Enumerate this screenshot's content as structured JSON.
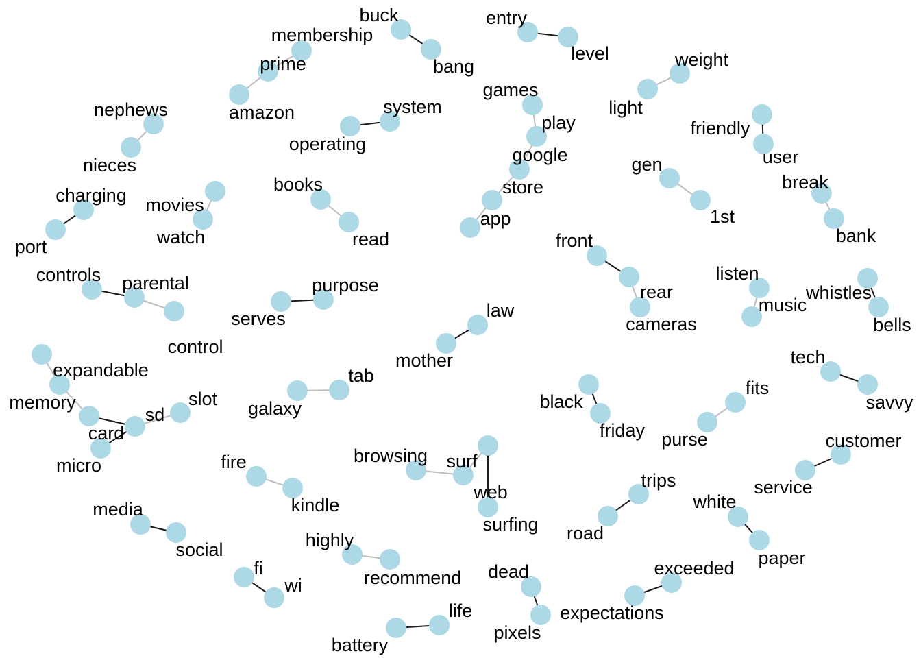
{
  "graph": {
    "node_color": "#add8e6",
    "edge_color_strong": "#1a1a1a",
    "edge_color_weak": "#bdbdbd",
    "nodes": [
      {
        "id": "buck",
        "label": "buck"
      },
      {
        "id": "bang",
        "label": "bang"
      },
      {
        "id": "membership",
        "label": "membership"
      },
      {
        "id": "prime",
        "label": "prime"
      },
      {
        "id": "amazon",
        "label": "amazon"
      },
      {
        "id": "entry",
        "label": "entry"
      },
      {
        "id": "level",
        "label": "level"
      },
      {
        "id": "weight",
        "label": "weight"
      },
      {
        "id": "light",
        "label": "light"
      },
      {
        "id": "games",
        "label": "games"
      },
      {
        "id": "play",
        "label": "play"
      },
      {
        "id": "google",
        "label": "google"
      },
      {
        "id": "store",
        "label": "store"
      },
      {
        "id": "app",
        "label": "app"
      },
      {
        "id": "system",
        "label": "system"
      },
      {
        "id": "operating",
        "label": "operating"
      },
      {
        "id": "friendly",
        "label": "friendly"
      },
      {
        "id": "user",
        "label": "user"
      },
      {
        "id": "nephews",
        "label": "nephews"
      },
      {
        "id": "nieces",
        "label": "nieces"
      },
      {
        "id": "gen",
        "label": "gen"
      },
      {
        "id": "1st",
        "label": "1st"
      },
      {
        "id": "break",
        "label": "break"
      },
      {
        "id": "bank",
        "label": "bank"
      },
      {
        "id": "charging",
        "label": "charging"
      },
      {
        "id": "port",
        "label": "port"
      },
      {
        "id": "movies",
        "label": "movies"
      },
      {
        "id": "watch",
        "label": "watch"
      },
      {
        "id": "books",
        "label": "books"
      },
      {
        "id": "read",
        "label": "read"
      },
      {
        "id": "front",
        "label": "front"
      },
      {
        "id": "rear",
        "label": "rear"
      },
      {
        "id": "cameras",
        "label": "cameras"
      },
      {
        "id": "listen",
        "label": "listen"
      },
      {
        "id": "music",
        "label": "music"
      },
      {
        "id": "whistles",
        "label": "whistles"
      },
      {
        "id": "bells",
        "label": "bells"
      },
      {
        "id": "controls",
        "label": "controls"
      },
      {
        "id": "parental",
        "label": "parental"
      },
      {
        "id": "control",
        "label": "control"
      },
      {
        "id": "serves",
        "label": "serves"
      },
      {
        "id": "purpose",
        "label": "purpose"
      },
      {
        "id": "law",
        "label": "law"
      },
      {
        "id": "mother",
        "label": "mother"
      },
      {
        "id": "tech",
        "label": "tech"
      },
      {
        "id": "savvy",
        "label": "savvy"
      },
      {
        "id": "expandable",
        "label": "expandable"
      },
      {
        "id": "memory",
        "label": "memory"
      },
      {
        "id": "card",
        "label": "card"
      },
      {
        "id": "sd",
        "label": "sd"
      },
      {
        "id": "slot",
        "label": "slot"
      },
      {
        "id": "micro",
        "label": "micro"
      },
      {
        "id": "galaxy",
        "label": "galaxy"
      },
      {
        "id": "tab",
        "label": "tab"
      },
      {
        "id": "black",
        "label": "black"
      },
      {
        "id": "friday",
        "label": "friday"
      },
      {
        "id": "fits",
        "label": "fits"
      },
      {
        "id": "purse",
        "label": "purse"
      },
      {
        "id": "customer",
        "label": "customer"
      },
      {
        "id": "service",
        "label": "service"
      },
      {
        "id": "fire",
        "label": "fire"
      },
      {
        "id": "kindle",
        "label": "kindle"
      },
      {
        "id": "browsing",
        "label": "browsing"
      },
      {
        "id": "surf",
        "label": "surf"
      },
      {
        "id": "web",
        "label": "web"
      },
      {
        "id": "surfing",
        "label": "surfing"
      },
      {
        "id": "trips",
        "label": "trips"
      },
      {
        "id": "road",
        "label": "road"
      },
      {
        "id": "white",
        "label": "white"
      },
      {
        "id": "paper",
        "label": "paper"
      },
      {
        "id": "media",
        "label": "media"
      },
      {
        "id": "social",
        "label": "social"
      },
      {
        "id": "highly",
        "label": "highly"
      },
      {
        "id": "recommend",
        "label": "recommend"
      },
      {
        "id": "fi",
        "label": "fi"
      },
      {
        "id": "wi",
        "label": "wi"
      },
      {
        "id": "dead",
        "label": "dead"
      },
      {
        "id": "pixels",
        "label": "pixels"
      },
      {
        "id": "exceeded",
        "label": "exceeded"
      },
      {
        "id": "expectations",
        "label": "expectations"
      },
      {
        "id": "life",
        "label": "life"
      },
      {
        "id": "battery",
        "label": "battery"
      }
    ],
    "edges": [
      {
        "from": "buck",
        "to": "bang",
        "strong": true
      },
      {
        "from": "membership",
        "to": "prime",
        "strong": false
      },
      {
        "from": "prime",
        "to": "amazon",
        "strong": false
      },
      {
        "from": "entry",
        "to": "level",
        "strong": true
      },
      {
        "from": "weight",
        "to": "light",
        "strong": false
      },
      {
        "from": "games",
        "to": "play",
        "strong": false
      },
      {
        "from": "play",
        "to": "google",
        "strong": false
      },
      {
        "from": "google",
        "to": "store",
        "strong": false
      },
      {
        "from": "store",
        "to": "app",
        "strong": false
      },
      {
        "from": "system",
        "to": "operating",
        "strong": true
      },
      {
        "from": "friendly",
        "to": "user",
        "strong": true
      },
      {
        "from": "nephews",
        "to": "nieces",
        "strong": false
      },
      {
        "from": "gen",
        "to": "1st",
        "strong": false
      },
      {
        "from": "break",
        "to": "bank",
        "strong": false
      },
      {
        "from": "charging",
        "to": "port",
        "strong": true
      },
      {
        "from": "movies",
        "to": "watch",
        "strong": false
      },
      {
        "from": "books",
        "to": "read",
        "strong": false
      },
      {
        "from": "front",
        "to": "rear",
        "strong": true
      },
      {
        "from": "rear",
        "to": "cameras",
        "strong": false
      },
      {
        "from": "listen",
        "to": "music",
        "strong": false
      },
      {
        "from": "whistles",
        "to": "bells",
        "strong": true
      },
      {
        "from": "controls",
        "to": "parental",
        "strong": true
      },
      {
        "from": "parental",
        "to": "control",
        "strong": false
      },
      {
        "from": "serves",
        "to": "purpose",
        "strong": true
      },
      {
        "from": "law",
        "to": "mother",
        "strong": true
      },
      {
        "from": "tech",
        "to": "savvy",
        "strong": true
      },
      {
        "from": "expandable",
        "to": "memory",
        "strong": false
      },
      {
        "from": "memory",
        "to": "card",
        "strong": false
      },
      {
        "from": "card",
        "to": "sd",
        "strong": true
      },
      {
        "from": "sd",
        "to": "slot",
        "strong": false
      },
      {
        "from": "sd",
        "to": "micro",
        "strong": true
      },
      {
        "from": "galaxy",
        "to": "tab",
        "strong": false
      },
      {
        "from": "black",
        "to": "friday",
        "strong": true
      },
      {
        "from": "fits",
        "to": "purse",
        "strong": false
      },
      {
        "from": "customer",
        "to": "service",
        "strong": true
      },
      {
        "from": "fire",
        "to": "kindle",
        "strong": false
      },
      {
        "from": "browsing",
        "to": "surf",
        "strong": false
      },
      {
        "from": "surf",
        "to": "web",
        "strong": false
      },
      {
        "from": "web",
        "to": "surfing",
        "strong": true
      },
      {
        "from": "surf",
        "to": "web",
        "strong": false
      },
      {
        "from": "trips",
        "to": "road",
        "strong": true
      },
      {
        "from": "white",
        "to": "paper",
        "strong": true
      },
      {
        "from": "media",
        "to": "social",
        "strong": true
      },
      {
        "from": "highly",
        "to": "recommend",
        "strong": false
      },
      {
        "from": "fi",
        "to": "wi",
        "strong": true
      },
      {
        "from": "dead",
        "to": "pixels",
        "strong": true
      },
      {
        "from": "exceeded",
        "to": "expectations",
        "strong": true
      },
      {
        "from": "life",
        "to": "battery",
        "strong": true
      }
    ]
  }
}
